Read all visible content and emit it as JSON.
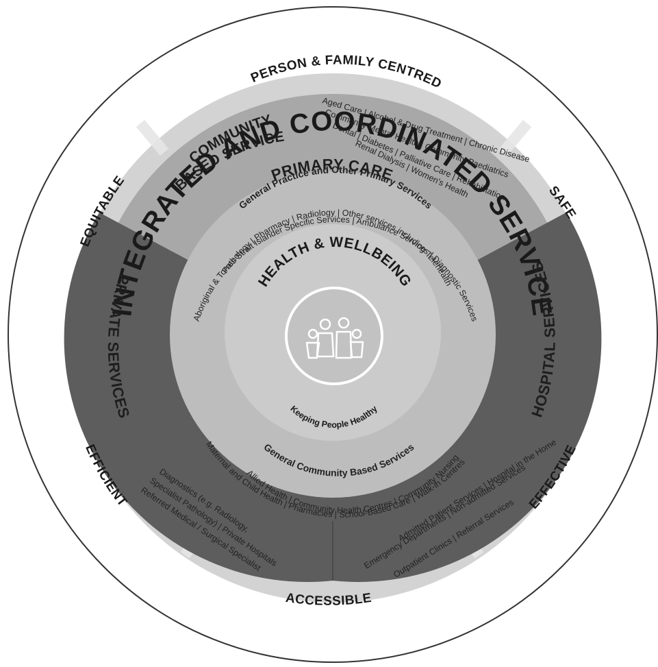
{
  "outer_title": "INTEGRATED AND COORDINATED SERVICE",
  "qualities": {
    "top": "PERSON & FAMILY CENTRED",
    "upper_left": "EQUITABLE",
    "upper_right": "SAFE",
    "lower_left": "EFFICIENT",
    "lower_right": "EFFECTIVE",
    "bottom": "ACCESSIBLE"
  },
  "community_based_services": {
    "title_line1": "COMMUNITY",
    "title_line2": "BASED SERVICES",
    "lines": [
      "Aged Care | Alcohol & Drug Treatment | Chronic Disease",
      "Community Mental Health | Community Paediatrics",
      "Dental | Diabetes | Palliative Care | Rehabilitation",
      "Renal Dialysis | Women's Health"
    ]
  },
  "private_services": {
    "title": "PRIVATE SERVICES",
    "lines": [
      "Diagnostics (e.g. Radiology,",
      "Specialist Pathology) | Private Hospitals",
      "Referred Medical / Surgical Specialist"
    ]
  },
  "hospital_services": {
    "title": "HOSPITAL SERVICES",
    "lines": [
      "Admitted Patient Services | Hospital in the Home",
      "Emergency Departments | Non-admitted Services",
      "Outpatient Clinics | Referral Services"
    ]
  },
  "primary_care": {
    "title": "PRIMARY CARE",
    "subtitle": "General Practice and Other Primary Services",
    "lines": [
      "Aboriginal & Torres Strait Islander Specific Services | Ambulance Services | Diagnostic Services",
      "Pathology | Pharmacy | Radiology | Other services including Telehealth"
    ]
  },
  "general_community": {
    "title": "General Community Based Services",
    "lines": [
      "Allied Health | Community Health Centres | Community Nursing",
      "Maternal and Child Health | Pharmacies | School-Based Care | Walk-in Centres"
    ]
  },
  "core": {
    "title": "HEALTH & WELLBEING",
    "caption": "Keeping People Healthy",
    "icon": "family-icon"
  },
  "colors": {
    "outer_ring": "#ffffff",
    "quality_ring": "#d3d3d3",
    "community_band": "#a8a8a8",
    "service_band_dark": "#5d5d5d",
    "primary_ring": "#bdbdbd",
    "core_ring": "#cbcbcb",
    "core_center": "#c2c2c2"
  }
}
